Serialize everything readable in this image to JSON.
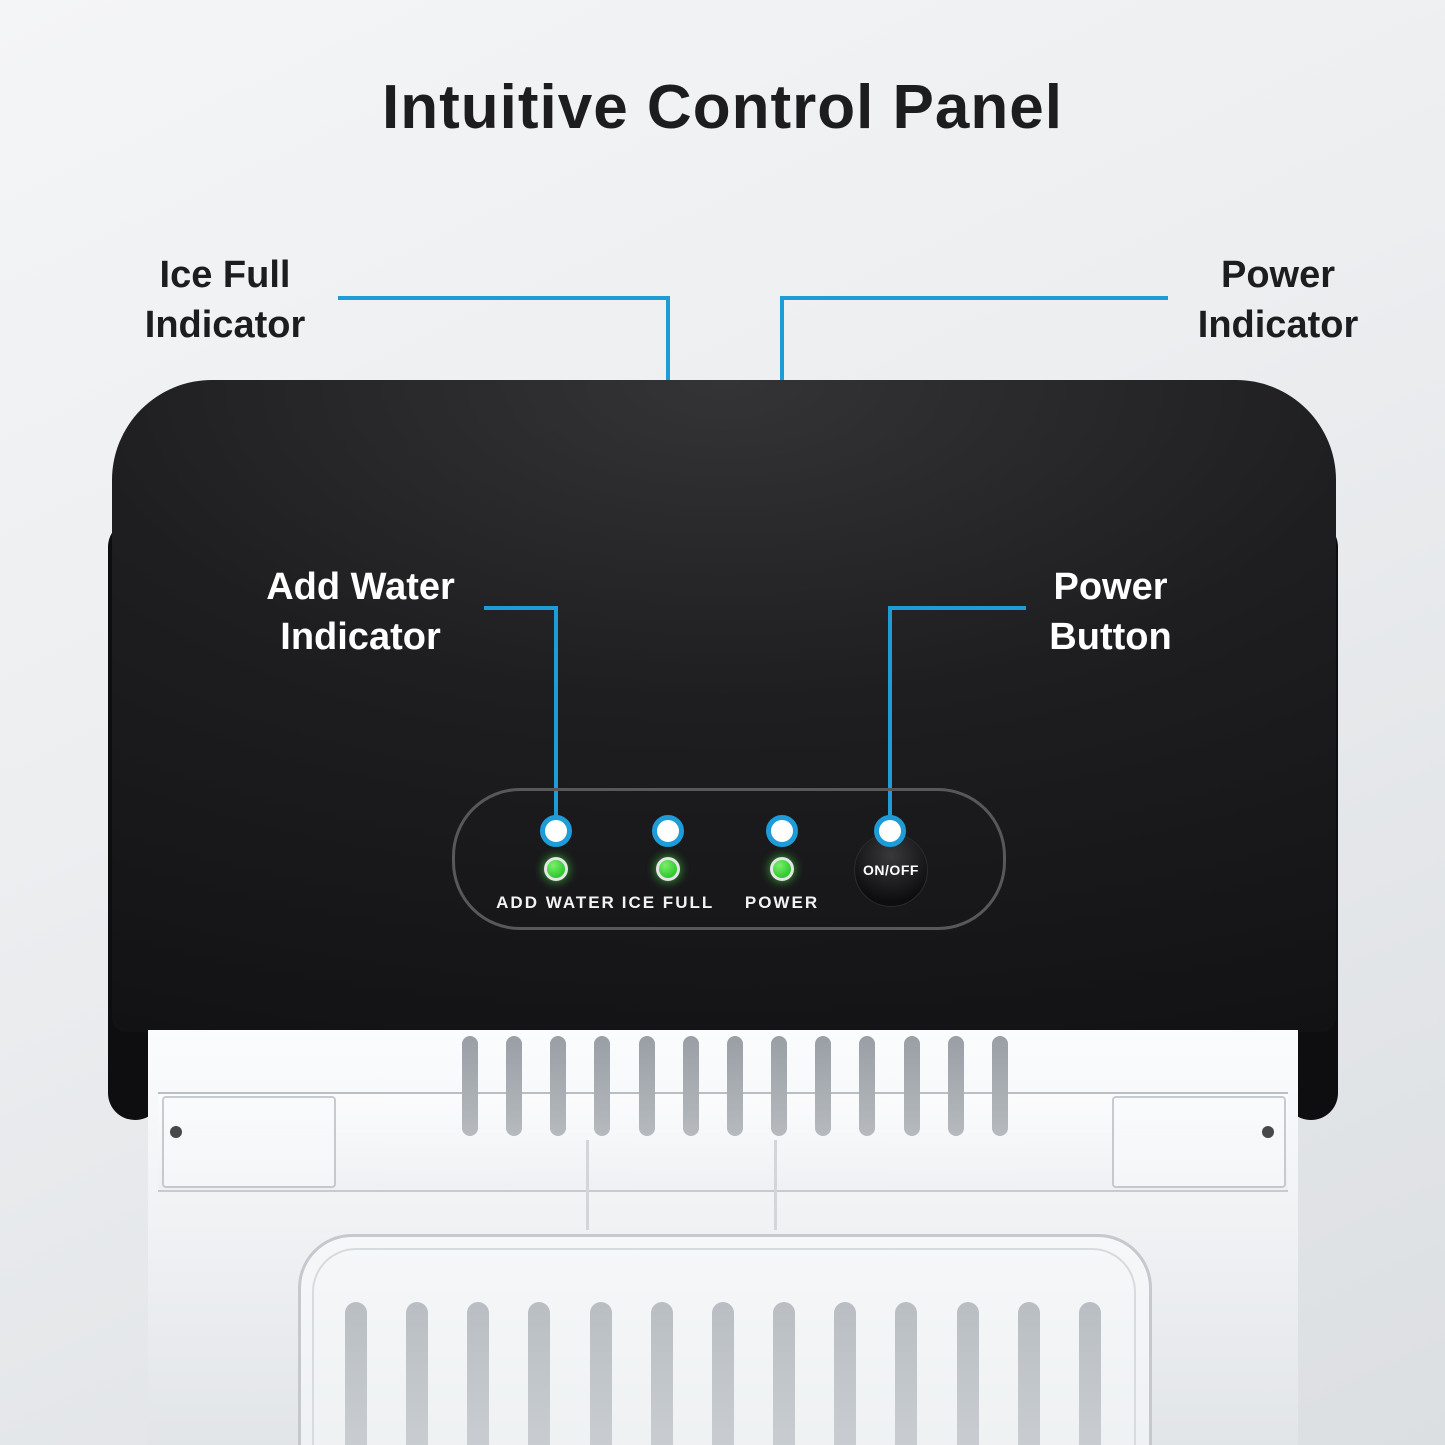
{
  "title": "Intuitive Control Panel",
  "callouts": {
    "ice_full": "Ice Full\nIndicator",
    "power_indicator": "Power\nIndicator",
    "add_water": "Add Water\nIndicator",
    "power_button": "Power\nButton"
  },
  "panel": {
    "indicators": [
      {
        "label": "ADD WATER"
      },
      {
        "label": "ICE FULL"
      },
      {
        "label": "POWER"
      }
    ],
    "power_button_label": "ON/OFF"
  },
  "colors": {
    "accent_blue": "#1e9cd8",
    "led_green": "#3bd23b",
    "machine_black": "#1a1a1c",
    "background_gray": "#e8eaec"
  }
}
